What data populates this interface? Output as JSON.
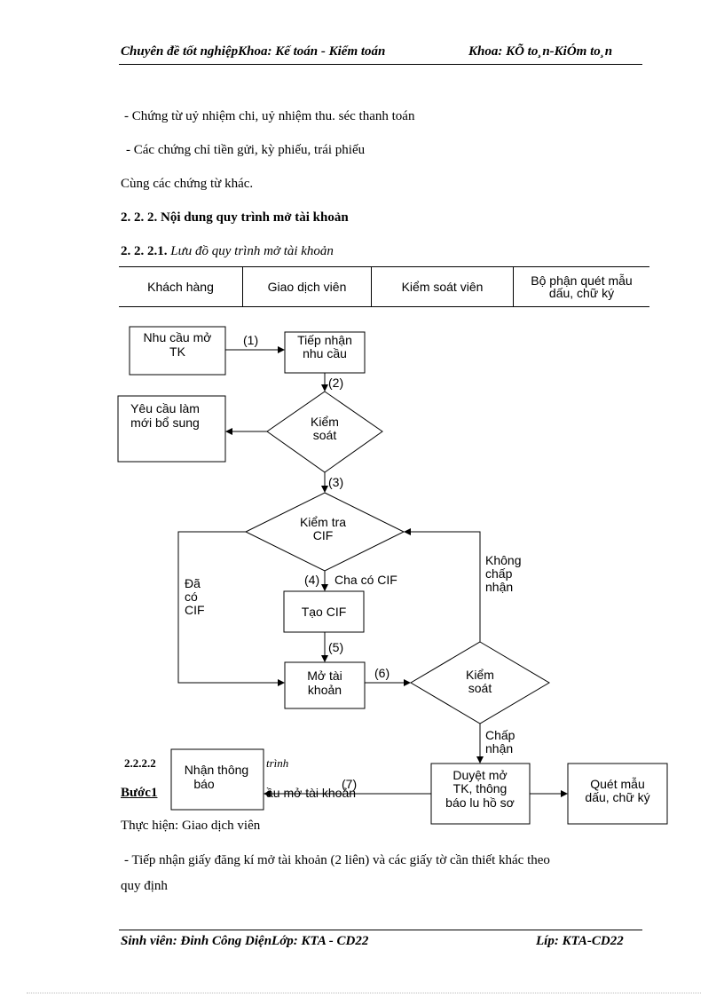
{
  "header": {
    "left": "Chuyên  đề tốt nghiệpKhoa: Kế toán - Kiểm toán",
    "right": "Khoa: KÕ to¸n-KiÓm to¸n"
  },
  "paragraphs": {
    "p1": "- Chứng từ uỷ nhiệm chi, uỷ nhiệm thu. séc thanh toán",
    "p2": "- Các chứng chỉ tiền gửi, kỳ phiếu, trái phiếu",
    "p3": "Cùng các chứng từ khác.",
    "heading_num": "2. 2. 2.",
    "heading_text": "Nội dung quy trình mở tài khoản",
    "sub_num": "2. 2. 2.1.",
    "sub_text": "Lưu đồ quy trình mở tài khoản"
  },
  "swimlanes": [
    "Khách hàng",
    "Giao dịch viên",
    "Kiểm soát viên",
    "Bộ phận quét mẫu dấu, chữ ký"
  ],
  "flowchart": {
    "nhu_cau_1": "Nhu cầu mở",
    "nhu_cau_2": "TK",
    "tiep_nhan_1": "Tiếp nhận",
    "tiep_nhan_2": "nhu cầu",
    "yeu_cau_1": "Yêu cầu làm",
    "yeu_cau_2": "mới bổ sung",
    "kiem_soat_1a": "Kiểm",
    "kiem_soat_1b": "soát",
    "kiem_tra_1": "Kiểm tra",
    "kiem_tra_2": "CIF",
    "tao_cif": "Tạo CIF",
    "mo_tk_1": "Mở tài",
    "mo_tk_2": "khoản",
    "kiem_soat_2a": "Kiểm",
    "kiem_soat_2b": "soát",
    "duyet_1": "Duyệt mở",
    "duyet_2": "TK, thông",
    "duyet_3": "báo lu   hồ sơ",
    "quet_1": "Quét mẫu",
    "quet_2": "dấu, chữ ký",
    "nhan_tb_1": "Nhận thông",
    "nhan_tb_2": "báo",
    "step1": "(1)",
    "step2": "(2)",
    "step3": "(3)",
    "step4": "(4)",
    "step5": "(5)",
    "step6": "(6)",
    "step7": "(7)",
    "chua_co_cif": "Cha    có CIF",
    "da_co_1": "Đã",
    "da_co_2": "có",
    "da_co_3": "CIF",
    "khong_1": "Không",
    "khong_2": "chấp",
    "khong_3": "nhận",
    "chap_1": "Chấp",
    "chap_2": "nhận"
  },
  "partial": {
    "sec_num": "2.2.2.2",
    "sec_tail": "trình",
    "step_label": "Bước1",
    "step_tail": "ầu mở tài khoản"
  },
  "after": {
    "p4": "Thực hiện: Giao dịch viên",
    "p5": "- Tiếp nhận giấy đăng kí mở tài khoản (2 liên) và  các giấy tờ cần thiết khác theo",
    "p6": "quy định"
  },
  "footer": {
    "left": "Sinh viên: Đinh Công DiệnLớp: KTA  - CD22",
    "right": "Líp: KTA-CD22"
  }
}
